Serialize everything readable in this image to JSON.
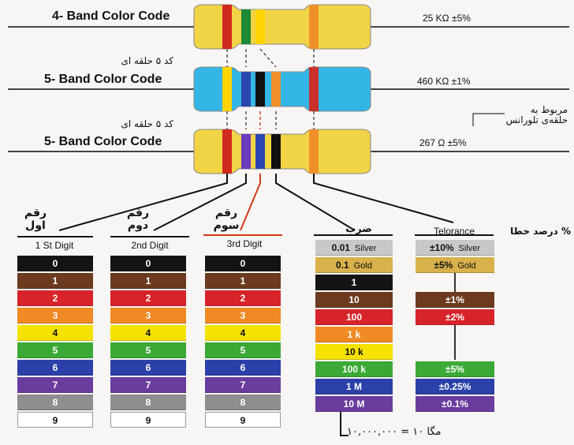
{
  "resistors": [
    {
      "title": "4- Band Color Code",
      "farsi": "",
      "value": "25 KΩ  ±5%",
      "body": "#f2d447",
      "bands": [
        "#d12a20",
        "#1c8a36",
        "#ffd400",
        "#f0902a"
      ]
    },
    {
      "title": "5- Band Color Code",
      "farsi": "کد ۵ حلقه ای",
      "value": "460 KΩ  ±1%",
      "body": "#33b6e6",
      "bands": [
        "#ffd400",
        "#2a46b0",
        "#111111",
        "#f0902a",
        "#c9302c"
      ]
    },
    {
      "title": "5- Band Color Code",
      "farsi": "کد ۵ حلقه ای",
      "value": "267 Ω  ±5%",
      "body": "#f2d447",
      "bands": [
        "#d12a20",
        "#6a3bbd",
        "#2a46b0",
        "#111111",
        "#f0902a"
      ]
    }
  ],
  "tolerance_note": [
    "مربوط به",
    "حلقه‌ی تلورانس"
  ],
  "columns": {
    "digit1": {
      "farsi": [
        "رقم",
        "اول"
      ],
      "label": "1 St Digit"
    },
    "digit2": {
      "farsi": [
        "رقم",
        "دوم"
      ],
      "label": "2nd Digit"
    },
    "digit3": {
      "farsi": [
        "رقم",
        "سوم"
      ],
      "label": "3rd Digit"
    },
    "multiplier": {
      "farsi": "ضرب",
      "label": ""
    },
    "tolerance": {
      "farsi": "",
      "label": "Telorance"
    }
  },
  "error_percent_label": "% درصد خطا",
  "digit_rows": [
    {
      "label": "0",
      "color": "#141414"
    },
    {
      "label": "1",
      "color": "#6b3a1f"
    },
    {
      "label": "2",
      "color": "#d8232a"
    },
    {
      "label": "3",
      "color": "#f08a24"
    },
    {
      "label": "4",
      "color": "#f6e200"
    },
    {
      "label": "5",
      "color": "#3aa935"
    },
    {
      "label": "6",
      "color": "#2b40a8"
    },
    {
      "label": "7",
      "color": "#6a3c9e"
    },
    {
      "label": "8",
      "color": "#8e8e8e"
    },
    {
      "label": "9",
      "color": "#ffffff"
    }
  ],
  "multiplier_rows": [
    {
      "label": "0.01",
      "sub": "Silver",
      "color": "#c8c8c8"
    },
    {
      "label": "0.1",
      "sub": "Gold",
      "color": "#d8b14a"
    },
    {
      "label": "1",
      "sub": "",
      "color": "#141414"
    },
    {
      "label": "10",
      "sub": "",
      "color": "#6b3a1f"
    },
    {
      "label": "100",
      "sub": "",
      "color": "#d8232a"
    },
    {
      "label": "1 k",
      "sub": "",
      "color": "#f08a24"
    },
    {
      "label": "10 k",
      "sub": "",
      "color": "#f6e200"
    },
    {
      "label": "100 k",
      "sub": "",
      "color": "#3aa935"
    },
    {
      "label": "1 M",
      "sub": "",
      "color": "#2b40a8"
    },
    {
      "label": "10 M",
      "sub": "",
      "color": "#6a3c9e"
    }
  ],
  "tolerance_rows": [
    {
      "label": "±10%",
      "sub": "Silver",
      "color": "#c8c8c8",
      "slot": 0
    },
    {
      "label": "±5%",
      "sub": "Gold",
      "color": "#d8b14a",
      "slot": 1
    },
    {
      "label": "±1%",
      "sub": "",
      "color": "#6b3a1f",
      "slot": 3
    },
    {
      "label": "±2%",
      "sub": "",
      "color": "#d8232a",
      "slot": 4
    },
    {
      "label": "±5%",
      "sub": "",
      "color": "#3aa935",
      "slot": 7
    },
    {
      "label": "±0.25%",
      "sub": "",
      "color": "#2b40a8",
      "slot": 8
    },
    {
      "label": "±0.1%",
      "sub": "",
      "color": "#6a3c9e",
      "slot": 9
    }
  ],
  "megohm_note": "مگا ۱۰ = ۱۰,۰۰۰,۰۰۰"
}
